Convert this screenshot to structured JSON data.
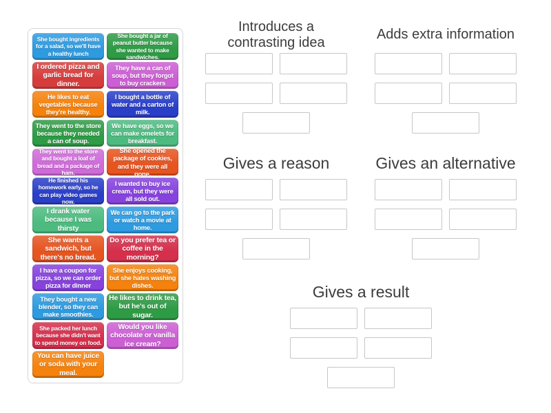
{
  "groups": [
    {
      "label": "Introduces a\ncontrasting idea",
      "slot_count": 5
    },
    {
      "label": "Adds extra information",
      "slot_count": 5
    },
    {
      "label": "Gives a reason",
      "slot_count": 5
    },
    {
      "label": "Gives an alternative",
      "slot_count": 5
    },
    {
      "label": "Gives a result",
      "slot_count": 5
    }
  ],
  "tile_panel": {
    "cards": [
      {
        "text": "She bought ingredients for a salad, so we'll have a healthy lunch",
        "color": "#2E9BE0"
      },
      {
        "text": "She bought a jar of peanut butter because she wanted to make sandwiches.",
        "color": "#2E9B45"
      },
      {
        "text": "I ordered pizza and garlic bread for dinner.",
        "color": "#D63C3C"
      },
      {
        "text": "They have a can of soup, but they forgot to buy crackers",
        "color": "#CC5FD4"
      },
      {
        "text": "He likes to eat vegetables because they're healthy.",
        "color": "#F5820D"
      },
      {
        "text": "I bought a bottle of water and a carton of milk.",
        "color": "#2A3FC8"
      },
      {
        "text": "They went to the store because they needed a can of soup.",
        "color": "#2E9B45"
      },
      {
        "text": "We have eggs, so we can make omelets for breakfast.",
        "color": "#4DBB80"
      },
      {
        "text": "They went to the store and bought a loaf of bread and a package of ham.",
        "color": "#CF6BD9"
      },
      {
        "text": "She opened the package of cookies, and they were all gone.",
        "color": "#E65420"
      },
      {
        "text": "He finished his homework early, so he can play video games now.",
        "color": "#2A3FC8"
      },
      {
        "text": "I wanted to buy ice cream, but they were all sold out.",
        "color": "#8742DE"
      },
      {
        "text": "I drank water because I was thirsty",
        "color": "#4DBB80"
      },
      {
        "text": "We can go to the park or watch a movie at home.",
        "color": "#2E9BE0"
      },
      {
        "text": "She wants a sandwich, but there's no bread.",
        "color": "#E65420"
      },
      {
        "text": "Do you prefer tea or coffee in the morning?",
        "color": "#D52F4C"
      },
      {
        "text": "I have a coupon for pizza, so we can order pizza for dinner",
        "color": "#8742DE"
      },
      {
        "text": "She enjoys cooking, but she hates washing dishes.",
        "color": "#F5820D"
      },
      {
        "text": "They bought a new blender, so they can make smoothies.",
        "color": "#2E9BE0"
      },
      {
        "text": "He likes to drink tea, but he's out of sugar.",
        "color": "#2E9B45"
      },
      {
        "text": "She packed her lunch because she didn't want to spend money on food.",
        "color": "#D52F4C"
      },
      {
        "text": "Would you like chocolate or vanilla ice cream?",
        "color": "#CC5FD4"
      },
      {
        "text": "You can have juice or soda with your meal.",
        "color": "#F5820D"
      }
    ]
  },
  "palette": {
    "header_text": "#3c3c3c",
    "slot_border": "#c6c6c6",
    "panel_border": "#d6d6d6",
    "tile_text": "#ffffff",
    "page_background": "#ffffff"
  }
}
